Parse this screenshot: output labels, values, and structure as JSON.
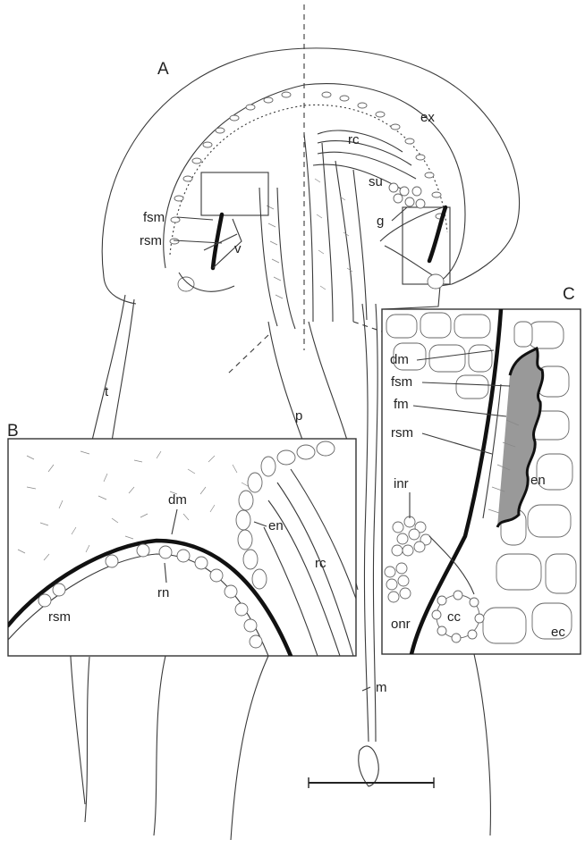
{
  "figure": {
    "panels": {
      "a": "A",
      "b": "B",
      "c": "C"
    },
    "labels_a": {
      "ex": "ex",
      "rc": "rc",
      "su": "su",
      "g": "g",
      "fsm": "fsm",
      "rsm": "rsm",
      "v": "v",
      "t": "t",
      "p": "p",
      "m": "m"
    },
    "labels_b": {
      "dm": "dm",
      "en": "en",
      "rn": "rn",
      "rsm": "rsm",
      "rc": "rc"
    },
    "labels_c": {
      "dm": "dm",
      "fsm": "fsm",
      "fm": "fm",
      "rsm": "rsm",
      "inr": "inr",
      "en": "en",
      "onr": "onr",
      "cc": "cc",
      "ec": "ec"
    }
  }
}
